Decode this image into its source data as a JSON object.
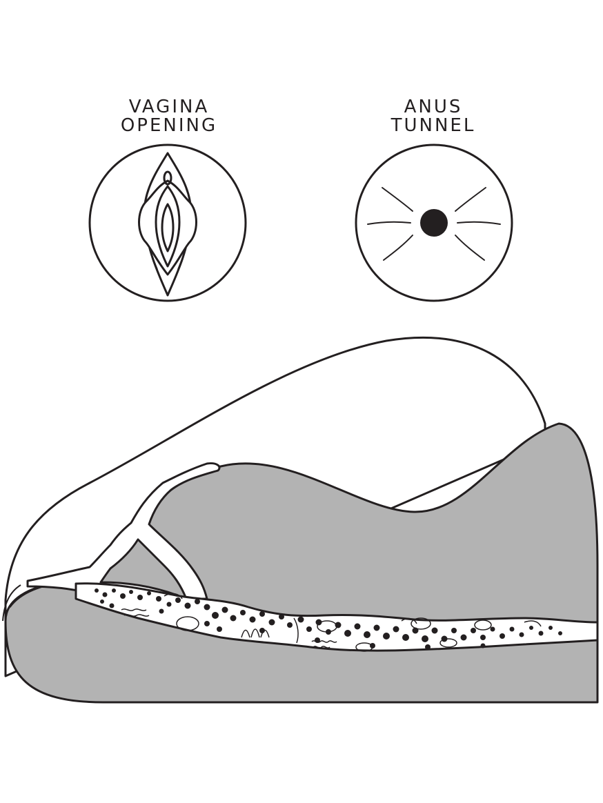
{
  "labels": {
    "vagina": {
      "line1": "VAGINA",
      "line2": "OPENING"
    },
    "anus": {
      "line1": "ANUS",
      "line2": "TUNNEL"
    }
  },
  "icons": {
    "left": "vulva-opening-icon",
    "right": "anus-opening-icon",
    "main": "cross-section-illustration"
  },
  "colors": {
    "stroke": "#231f20",
    "fill_gray": "#b3b3b3",
    "fill_white": "#ffffff"
  }
}
